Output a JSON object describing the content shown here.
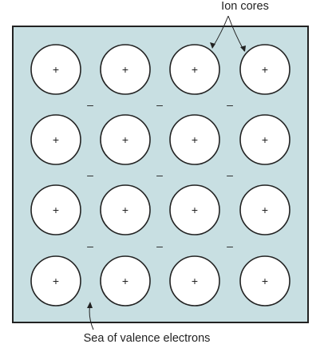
{
  "labels": {
    "ion_cores": "Ion cores",
    "sea": "Sea of valence electrons"
  },
  "ion": {
    "rows": 4,
    "cols": 4,
    "symbol": "+"
  },
  "electron": {
    "rows": 3,
    "cols": 3,
    "symbol": "–"
  },
  "colors": {
    "background": "#c8dfe2",
    "border": "#222222",
    "ion_fill": "#ffffff",
    "ion_stroke": "#222222",
    "text": "#222222"
  }
}
